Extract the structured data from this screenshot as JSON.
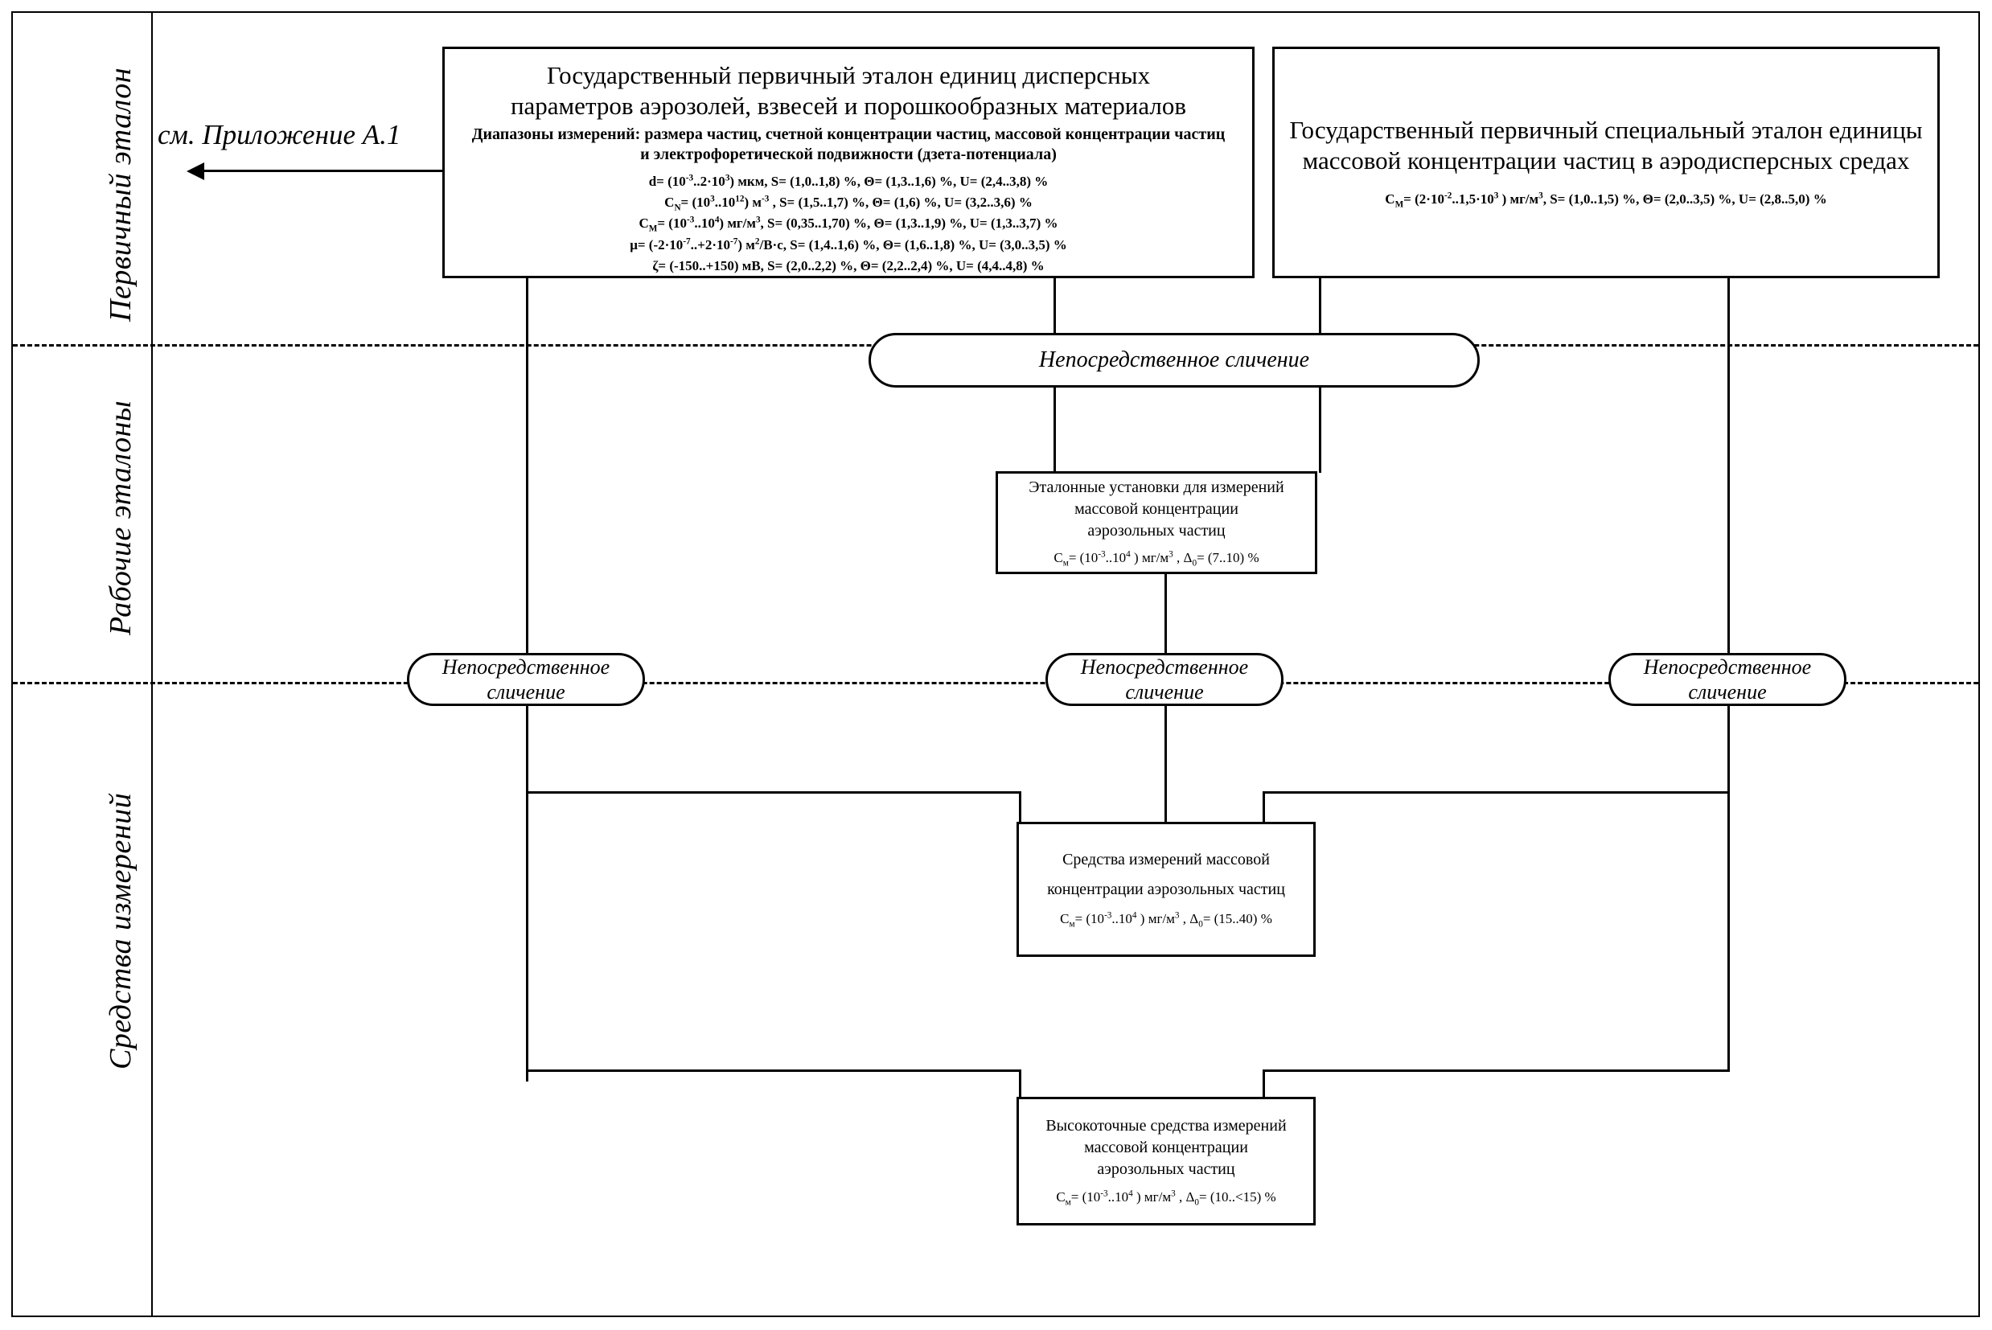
{
  "bands": [
    {
      "id": "primary",
      "label": "Первичный эталон"
    },
    {
      "id": "working",
      "label": "Рабочие эталоны"
    },
    {
      "id": "instruments",
      "label": "Средства измерений"
    }
  ],
  "annotation": {
    "text": "см. Приложение А.1",
    "icon": "left-arrow-icon"
  },
  "boxes": {
    "primary_standard": {
      "title_line1": "Государственный первичный эталон единиц дисперсных",
      "title_line2": "параметров аэрозолей, взвесей и порошкообразных материалов",
      "sub_line1": "Диапазоны измерений: размера частиц, счетной концентрации частиц, массовой концентрации частиц",
      "sub_line2": "и электрофоретической подвижности (дзета-потенциала)",
      "formulas": [
        "d= (10⁻³..2·10³) мкм, S= (1,0..1,8) %, Θ= (1,3..1,6) %, U= (2,4..3,8) %",
        "C_N= (10³..10¹²) м⁻³ , S= (1,5..1,7) %, Θ= (1,6) %, U= (3,2..3,6) %",
        "C_M= (10⁻³..10⁴) мг/м³, S= (0,35..1,70) %, Θ= (1,3..1,9) %, U= (1,3..3,7) %",
        "μ= (-2·10⁻⁷..+2·10⁻⁷) м²/В·с, S= (1,4..1,6) %, Θ= (1,6..1,8) %, U= (3,0..3,5) %",
        "ζ= (-150..+150) мВ, S= (2,0..2,2) %, Θ= (2,2..2,4) %, U= (4,4..4,8) %"
      ]
    },
    "special_standard": {
      "title_line1": "Государственный первичный специальный эталон единицы",
      "title_line2": "массовой концентрации частиц в аэродисперсных средах",
      "formula": "C_M= (2·10⁻²..1,5·10³) мг/м³, S= (1,0..1,5) %, Θ= (2,0..3,5) %, U= (2,8..5,0) %"
    },
    "reference_setups": {
      "line1": "Эталонные установки для измерений",
      "line2": "массовой концентрации",
      "line3": "аэрозольных частиц",
      "formula": "C_M= (10⁻³..10⁴) мг/м³ , Δ₀= (7..10) %"
    },
    "measuring_instruments": {
      "line1": "Средства измерений массовой",
      "line2": "концентрации аэрозольных частиц",
      "formula": "C_M= (10⁻³..10⁴) мг/м³ , Δ₀= (15..40) %"
    },
    "high_accuracy_instruments": {
      "line1": "Высокоточные средства измерений",
      "line2": "массовой концентрации",
      "line3": "аэрозольных частиц",
      "formula": "C_M= (10⁻³..10⁴) мг/м³ , Δ₀= (10..<15) %"
    }
  },
  "capsules": {
    "top": "Непосредственное сличение",
    "left_l1": "Непосредственное",
    "left_l2": "сличение",
    "mid_l1": "Непосредственное",
    "mid_l2": "сличение",
    "right_l1": "Непосредственное",
    "right_l2": "сличение"
  },
  "colors": {
    "stroke": "#000000",
    "background": "#ffffff"
  }
}
